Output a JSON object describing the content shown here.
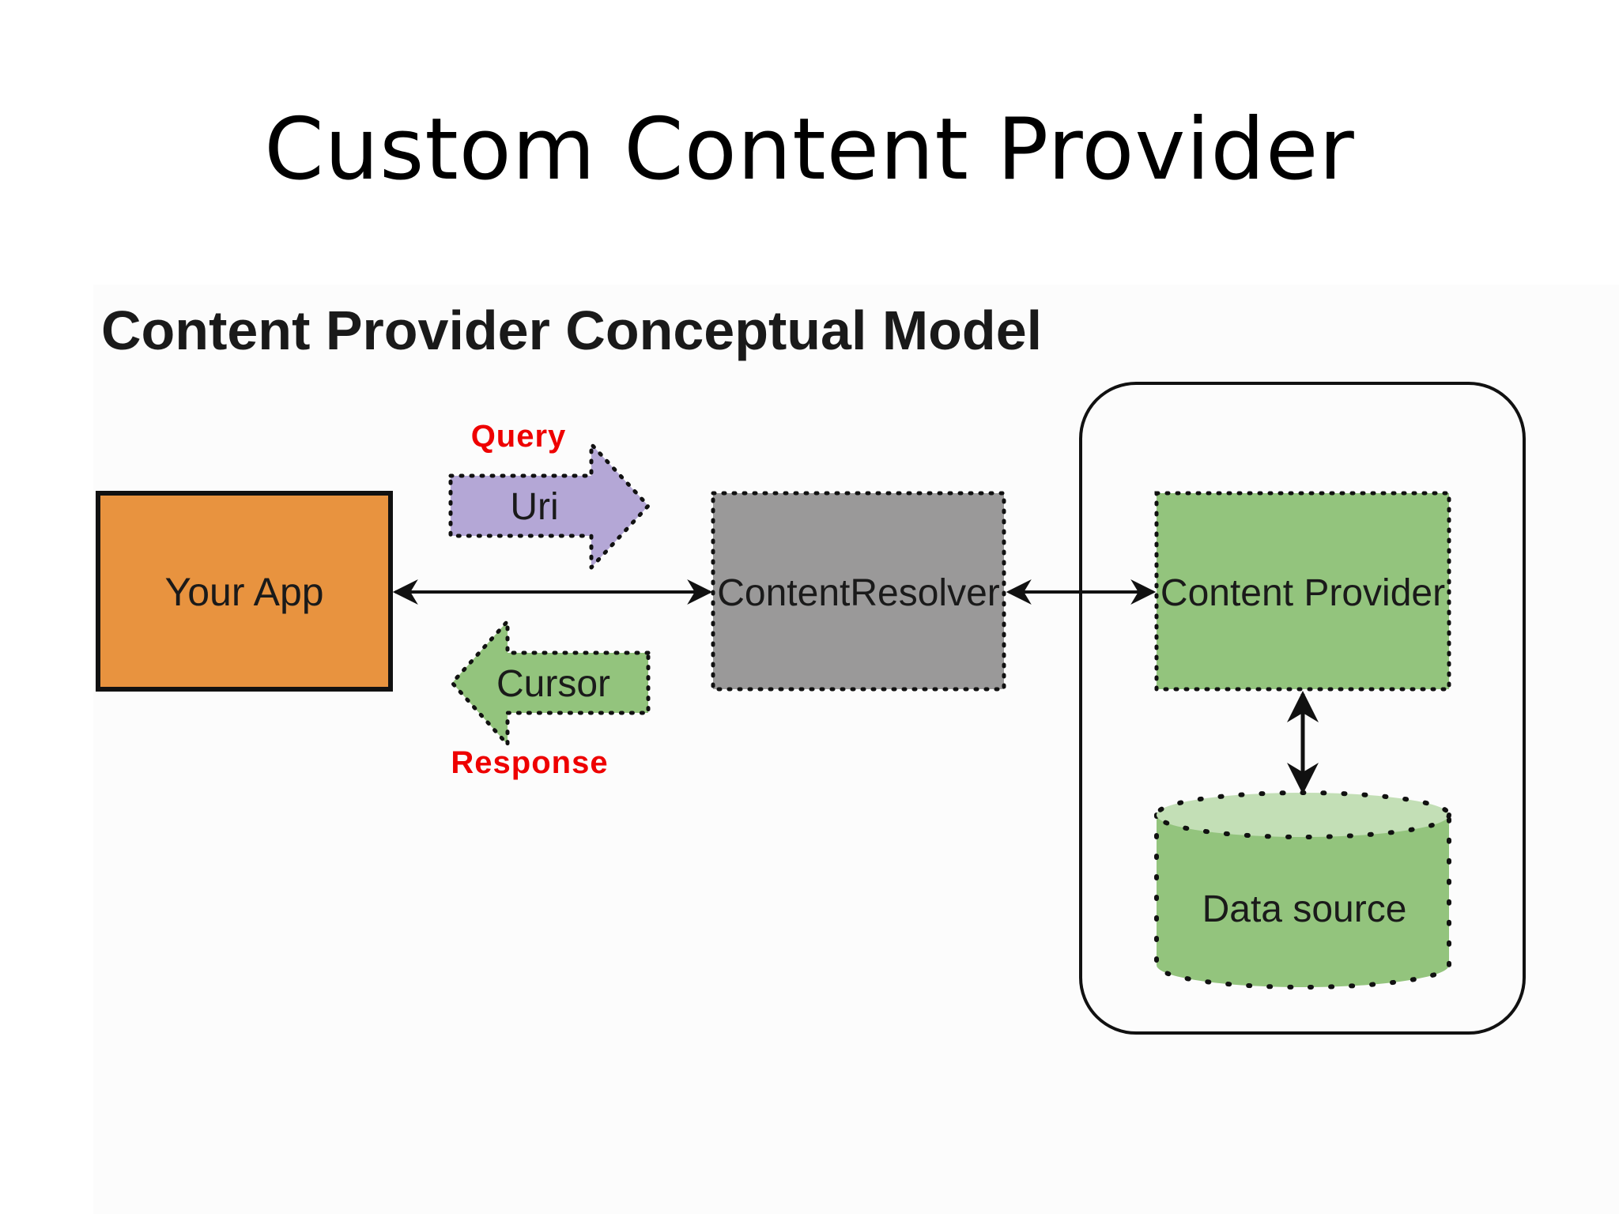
{
  "slide": {
    "title": "Custom Content Provider"
  },
  "diagram": {
    "heading": "Content Provider Conceptual Model",
    "nodes": {
      "your_app": "Your App",
      "content_resolver": "ContentResolver",
      "content_provider": "Content Provider",
      "data_source": "Data source"
    },
    "arrows": {
      "request_label": "Uri",
      "request_caption": "Query",
      "response_label": "Cursor",
      "response_caption": "Response"
    }
  },
  "colors": {
    "your_app_fill": "#e8933f",
    "resolver_fill": "#9a9999",
    "provider_fill": "#93c47d",
    "cylinder_top_fill": "#c3dfb6",
    "uri_arrow_fill": "#b4a7d6",
    "cursor_arrow_fill": "#93c47d",
    "caption_red": "#ee0000"
  }
}
